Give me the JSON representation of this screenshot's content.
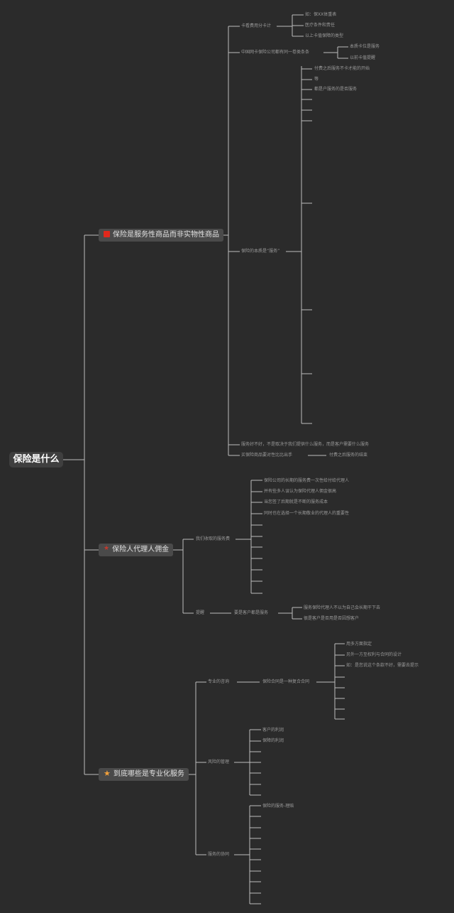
{
  "root": {
    "label": "保险是什么"
  },
  "branches": [
    {
      "label": "保险是服务性商品而非实物性商品",
      "icon": "red-square-icon",
      "children": [
        {
          "label": "卡看费用分卡计",
          "items": [
            "如：保XX体重表",
            "医疗条件和责任",
            "以上卡值保障的类型"
          ]
        },
        {
          "label": "中国网卡保险公司都有同一卷类条条",
          "items": [
            "本质卡位是服务",
            "以前卡值提醒"
          ]
        },
        {
          "label": "保险的本质是“服务”",
          "items": [
            "付费之后服务不卡才能的开始",
            "等",
            "都是户服务的是否服务"
          ]
        },
        {
          "label": "服务好不好，不是取决于我们提供什么服务，而是客户需要什么服务",
          "items": []
        },
        {
          "label": "买保险商品要对性比比出手",
          "items": [
            "付费之后服务的结束"
          ]
        }
      ]
    },
    {
      "label": "保险人代理人佣金",
      "icon": "dim-star-icon",
      "children": [
        {
          "label": "我们收取的服务费",
          "items": [
            "保险公司的长期的服务费一次性给付给代理人",
            "并有些多人误认为保险代理人佣金很高",
            "当您签了后期就是不断的服务成本",
            "同时也在选择一个长期敬业的代理人的重要性"
          ]
        },
        {
          "label": "提醒",
          "sub": "要是客户都是服务",
          "items": [
            "服务保险代理人不以为自己会长期干下去",
            "很是客户是否用是否因想客户"
          ]
        }
      ]
    },
    {
      "label": "到底哪些是专业化服务",
      "icon": "orange-star-icon",
      "children": [
        {
          "label": "专业的咨询",
          "sub": "保险合同是一种复合合同",
          "items": [
            "用多方面指定",
            "另外一方至权利与合同的设计",
            "如：是您说这个条款不好，需要去提示"
          ]
        },
        {
          "label": "风险的管理",
          "items": [
            "客户的利润",
            "保障的利润"
          ]
        },
        {
          "label": "服务的协同",
          "items": [
            "保险的服务-理赔"
          ]
        }
      ]
    }
  ]
}
